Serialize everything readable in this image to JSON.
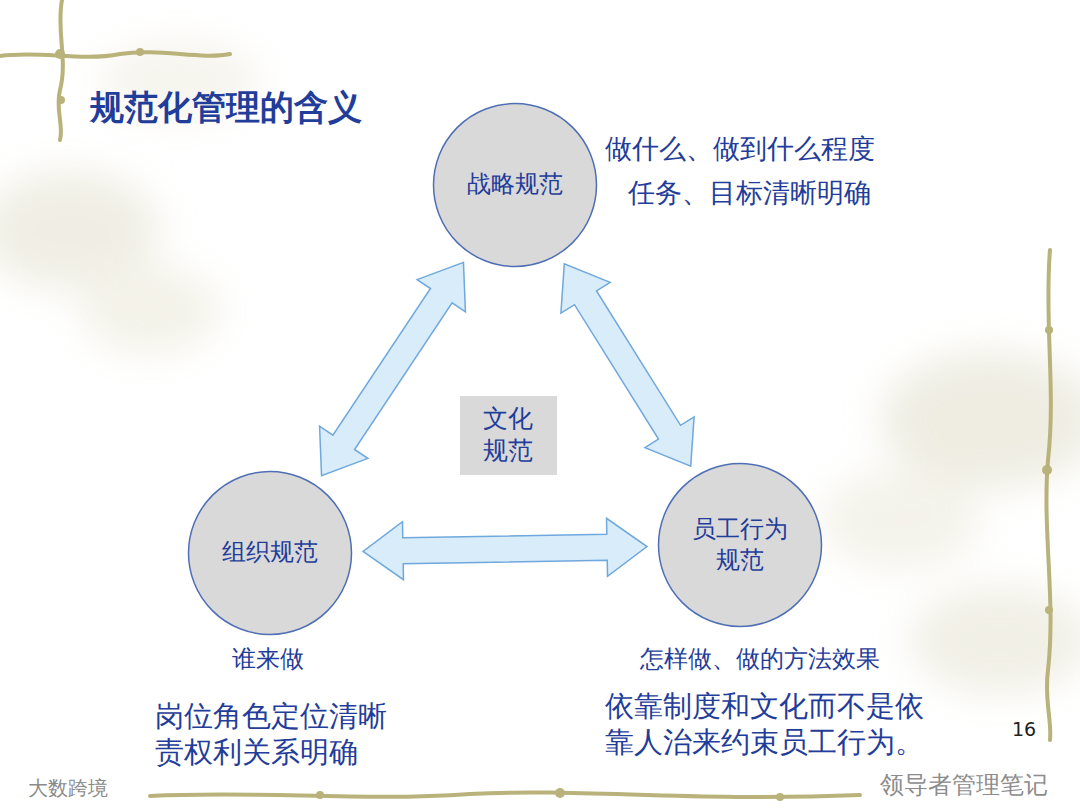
{
  "diagram": {
    "title": "规范化管理的含义",
    "nodes": [
      {
        "text": [
          "战略规范"
        ]
      },
      {
        "text": [
          "组织规范"
        ]
      },
      {
        "text": [
          "员工行为 规范"
        ]
      },
      {
        "text": [
          "文化 规范"
        ]
      }
    ],
    "edges": [
      {
        "from": 0,
        "to": 1,
        "arrow": "both"
      },
      {
        "from": 0,
        "to": 2,
        "arrow": "both"
      },
      {
        "from": 1,
        "to": 2,
        "arrow": "both"
      }
    ],
    "labels": [
      "做什么、做到什么程度",
      "任务、目标清晰明确",
      "谁来做",
      "岗位角色定位清晰 责权利关系明确",
      "怎样做、做的方法效果",
      "依靠制度和文化而不是依靠人治来约束员工行为。",
      "16",
      "大数跨境",
      "领导者管理笔记"
    ]
  }
}
